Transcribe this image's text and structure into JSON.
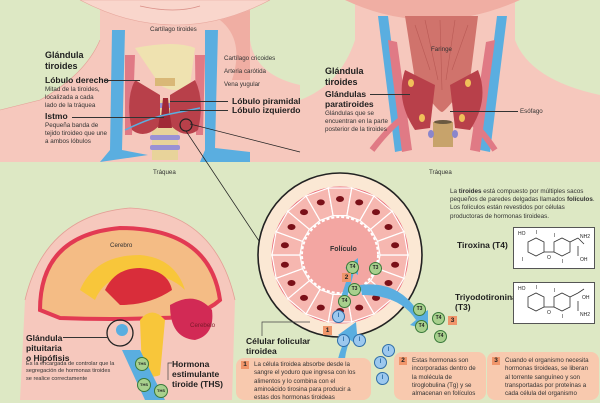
{
  "colors": {
    "background": "#dde8c4",
    "skin": "#f6c8bd",
    "vein": "#5aaee0",
    "artery": "#e07a85",
    "thyroid": "#b8404a",
    "step_box": "#f8c9ae",
    "step_number": "#f0956a",
    "hormone": "#a8d08d",
    "iodide": "#9cc8ee"
  },
  "front_view": {
    "title_line1": "Glándula",
    "title_line2": "tiroides",
    "labels": {
      "thyroid_cartilage": "Cartílago tiroides",
      "cricoid_cartilage": "Cartílago cricoides",
      "carotid_artery": "Arteria carótida",
      "jugular_vein": "Vena yugular",
      "trachea": "Tráquea"
    },
    "right_lobe": {
      "title": "Lóbulo derecho",
      "desc_line1": "Mitad de la tiroides,",
      "desc_line2": "localizada a cada",
      "desc_line3": "lado de la tráquea"
    },
    "isthmus": {
      "title": "Istmo",
      "desc_line1": "Pequeña banda de",
      "desc_line2": "tejido tiroideo que une",
      "desc_line3": "a ambos lóbulos"
    },
    "pyramidal_lobe": "Lóbulo piramidal",
    "left_lobe": "Lóbulo izquierdo"
  },
  "back_view": {
    "title_line1": "Glándula",
    "title_line2": "tiroides",
    "pharynx": "Faringe",
    "esophagus": "Esófago",
    "trachea": "Tráquea",
    "parathyroid": {
      "title_line1": "Glándulas",
      "title_line2": "paratiroides",
      "desc_line1": "Glándulas que se",
      "desc_line2": "encuentran en la parte",
      "desc_line3": "posterior de la tiroides"
    }
  },
  "intro": {
    "part1": "La ",
    "bold1": "tiroides",
    "part2": " está compuesto por múltiples sacos pequeños de paredes delgadas llamados ",
    "bold2": "folículos",
    "part3": ". Los folículos están revestidos por células productoras de hormonas tiroideas."
  },
  "hormones": {
    "t4_name": "Tiroxina (T4)",
    "t3_name_line1": "Triyodotironina",
    "t3_name_line2": "(T3)",
    "t4_badge": "T4",
    "t3_badge": "T3",
    "iodide_badge": "I",
    "ths_badge": "THS",
    "mol_ho": "HO",
    "mol_nh2": "NH2",
    "mol_oh": "OH",
    "mol_i": "I",
    "mol_o": "O"
  },
  "follicle": {
    "label": "Folículo"
  },
  "brain": {
    "cerebrum": "Cerebro",
    "cerebellum": "Cerebelo",
    "pituitary": {
      "title_line1": "Glándula",
      "title_line2": "pituitaria",
      "title_line3": "o Hipófisis",
      "desc_line1": "Es la encargada de controlar que la",
      "desc_line2": "segregación de hormonas tiroides",
      "desc_line3": "se realice correctamente"
    },
    "tsh": {
      "line1": "Hormona",
      "line2": "estimulante",
      "line3": "tiroide (THS)"
    }
  },
  "follicular_cell": {
    "line1": "Célular folicular",
    "line2": "tiroidea"
  },
  "steps": [
    {
      "number": "1",
      "text": "La célula tiroidea absorbe desde la sangre el yoduro que ingresa con los alimentos y lo combina con el aminoácido tirosina para producir a estas dos hormonas tiroideas"
    },
    {
      "number": "2",
      "text": "Estas hormonas son incorporadas dentro de la molécula de tiroglobulina (Tg) y se almacenan en folículos"
    },
    {
      "number": "3",
      "text": "Cuando el organismo necesita hormonas tiroideas, se liberan al torrente sanguíneo y son transportadas por proteínas a cada célula del organismo"
    }
  ]
}
